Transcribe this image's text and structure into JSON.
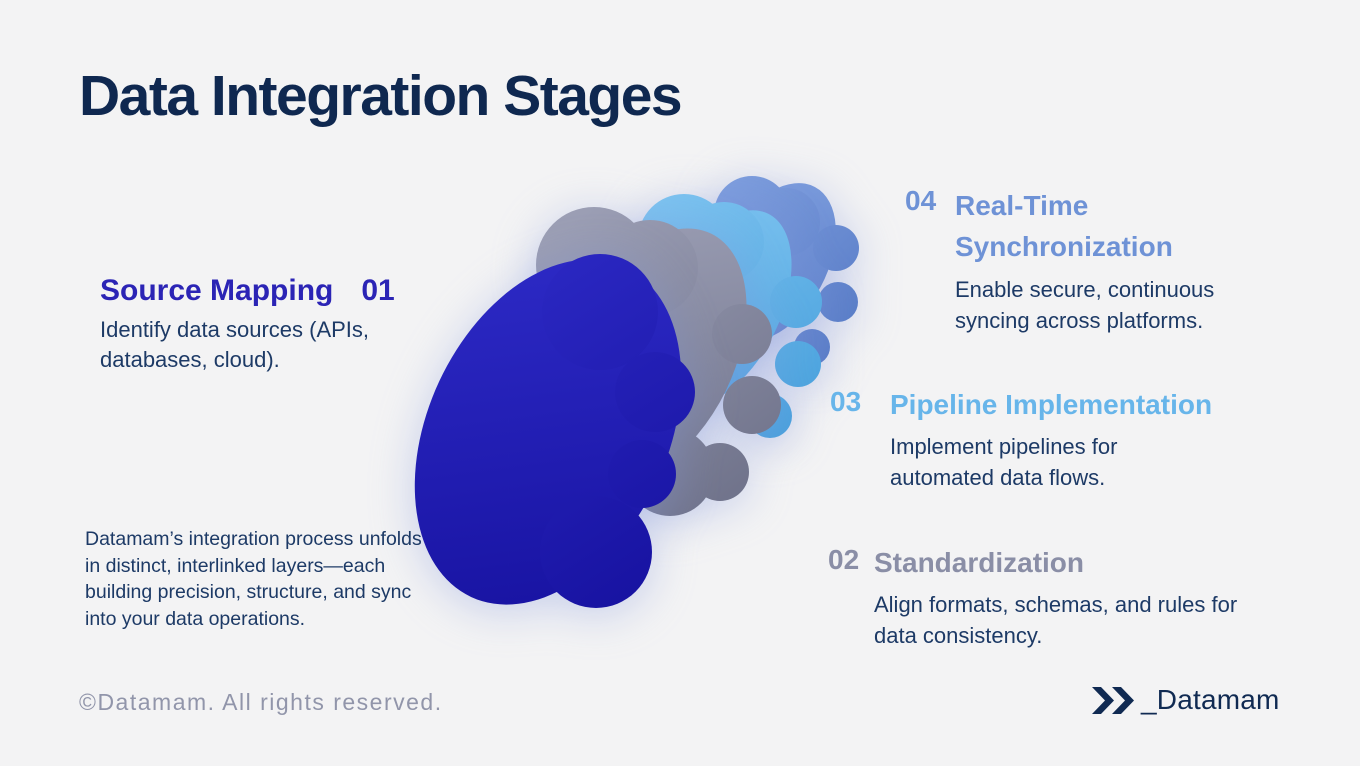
{
  "page": {
    "title": "Data Integration Stages"
  },
  "intro": "Datamam’s integration process unfolds in distinct, interlinked layers—each building precision, structure, and sync into your data operations.",
  "stages": [
    {
      "number": "01",
      "title": "Source Mapping",
      "description": "Identify data sources (APIs, databases, cloud)."
    },
    {
      "number": "02",
      "title": "Standardization",
      "description": "Align formats, schemas, and rules for data consistency."
    },
    {
      "number": "03",
      "title": "Pipeline Implementation",
      "description": "Implement pipelines for automated data flows."
    },
    {
      "number": "04",
      "title": "Real-Time Synchronization",
      "description": "Enable secure, continuous syncing across platforms."
    }
  ],
  "footer": {
    "copyright": "©Datamam. All rights reserved.",
    "logo_text": "_Datamam"
  },
  "icons": {
    "logo_mark": "double-chevron"
  },
  "colors": {
    "background": "#f3f3f4",
    "title": "#0f2850",
    "body_text": "#1d3a66",
    "stage01_accent": "#2b24b5",
    "stage02_accent": "#8a8ea6",
    "stage03_accent": "#67b5ea",
    "stage04_accent": "#6e92d6",
    "blob01": "#1d18a8",
    "blob02": "#7d8199",
    "blob03": "#62b4e8",
    "blob04": "#6a8ed4",
    "footer_text": "#9195aa",
    "logo": "#102a52"
  }
}
